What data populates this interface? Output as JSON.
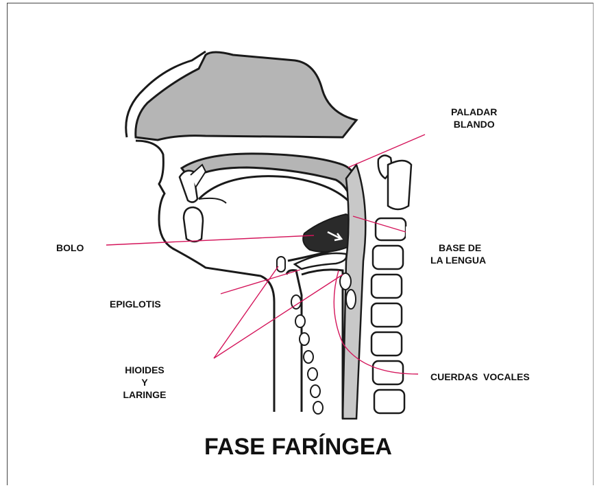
{
  "labels": {
    "paladar_blando": [
      "PALADAR",
      "BLANDO"
    ],
    "bolo": "BOLO",
    "base_lengua": [
      "BASE DE",
      "LA LENGUA"
    ],
    "epiglotis": "EPIGLOTIS",
    "hioides_laringe": [
      "HIOIDES",
      "Y",
      "LARINGE"
    ],
    "cuerdas_vocales": "CUERDAS  VOCALES"
  },
  "title": "FASE FARÍNGEA",
  "colors": {
    "leader_line": "#d4145a",
    "outline": "#1a1a1a",
    "shaded_tissue": "#b5b5b5",
    "bolus": "#2a2a2a"
  }
}
